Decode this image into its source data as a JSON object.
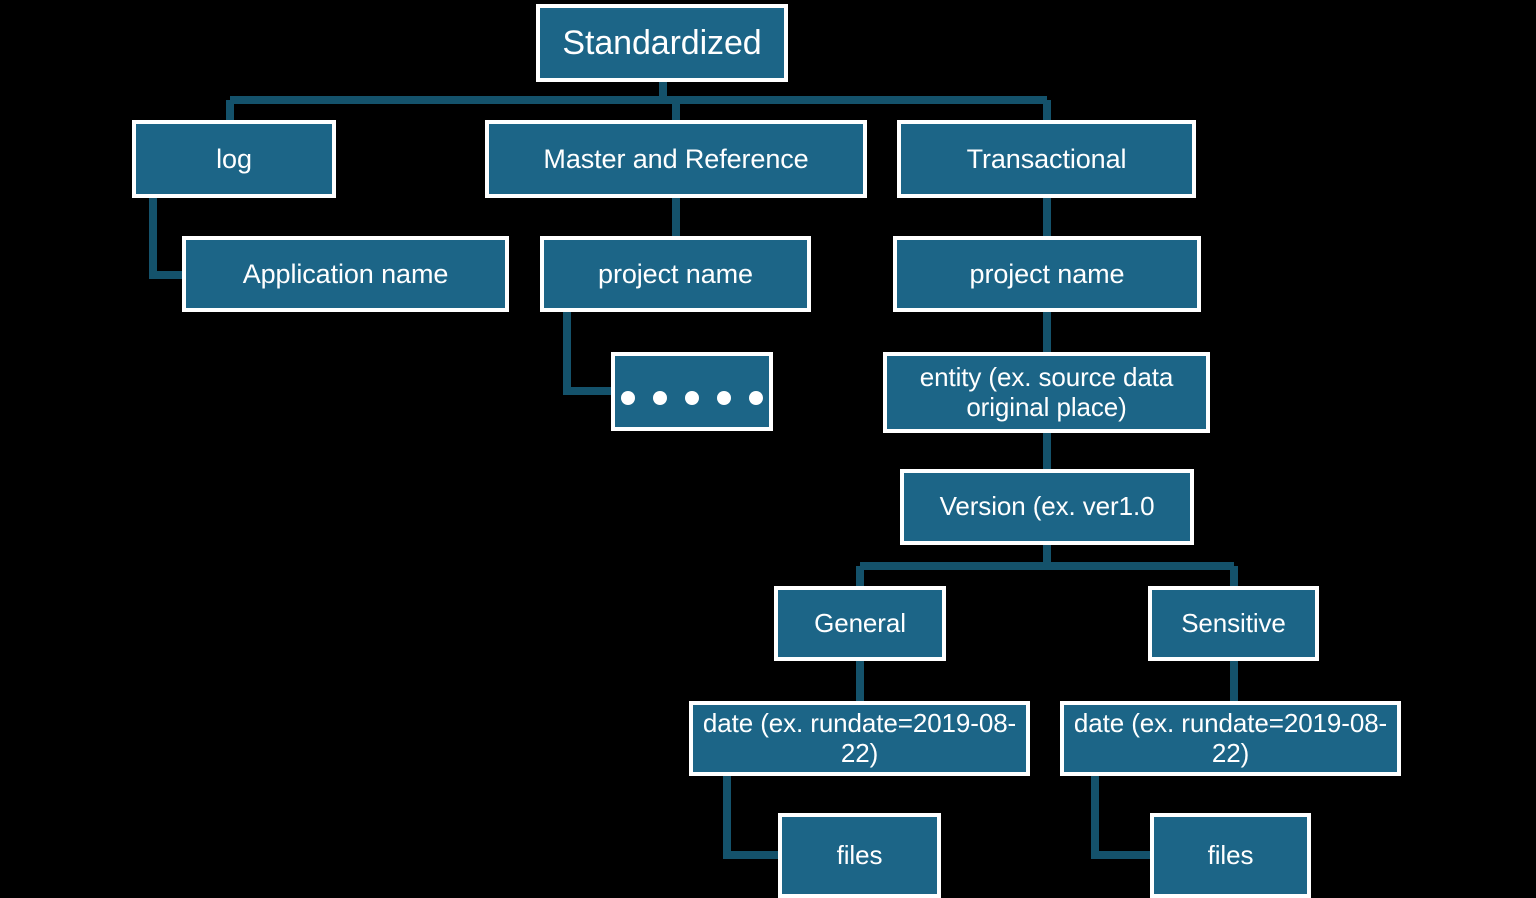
{
  "diagram": {
    "title": "Standardized",
    "type": "tree-hierarchy",
    "background_color": "#000000",
    "box_fill_color": "#1C6587",
    "box_border_color": "#FFFFFF",
    "connector_color": "#14526B",
    "text_color": "#FFFFFF",
    "nodes": {
      "root": "Standardized",
      "log": "log",
      "master_and_reference": "Master and Reference",
      "transactional": "Transactional",
      "application_name": "Application name",
      "master_project_name": "project name",
      "ellipsis": "• • • • •",
      "transactional_project_name": "project name",
      "entity": "entity (ex. source data original place)",
      "version": "Version (ex. ver1.0",
      "general": "General",
      "sensitive": "Sensitive",
      "general_date": "date (ex. rundate=2019-08-22)",
      "sensitive_date": "date (ex. rundate=2019-08-22)",
      "general_files": "files",
      "sensitive_files": "files"
    }
  }
}
